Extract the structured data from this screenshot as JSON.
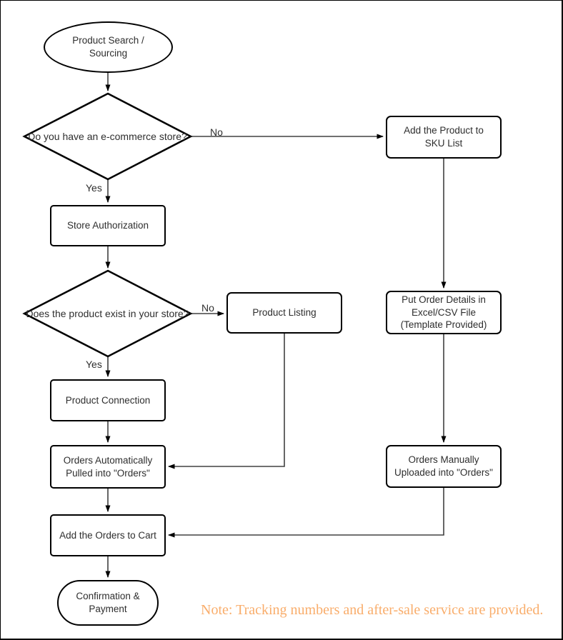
{
  "colors": {
    "background": "#ffffff",
    "shape_stroke": "#000000",
    "connector": "#404040",
    "text": "#2e2e2e",
    "note_text": "#F9AD6B"
  },
  "nodes": {
    "start": {
      "label": "Product Search / Sourcing"
    },
    "decision_store": {
      "label": "Do you have an e-commerce store?"
    },
    "sku": {
      "label": "Add the Product to SKU List"
    },
    "store_auth": {
      "label": "Store Authorization"
    },
    "decision_exists": {
      "label": "Does the product exist in your store?"
    },
    "listing": {
      "label": "Product Listing"
    },
    "put_order": {
      "label": "Put Order Details in Excel/CSV File (Template Provided)"
    },
    "connection": {
      "label": "Product Connection"
    },
    "orders_auto": {
      "label": "Orders Automatically Pulled into \"Orders\""
    },
    "orders_manual": {
      "label": "Orders Manually Uploaded into \"Orders\""
    },
    "add_cart": {
      "label": "Add the Orders to Cart"
    },
    "end": {
      "label": "Confirmation & Payment"
    }
  },
  "edge_labels": {
    "store_no": "No",
    "store_yes": "Yes",
    "exists_no": "No",
    "exists_yes": "Yes"
  },
  "note": {
    "text": "Note: Tracking numbers and after-sale service are provided."
  }
}
